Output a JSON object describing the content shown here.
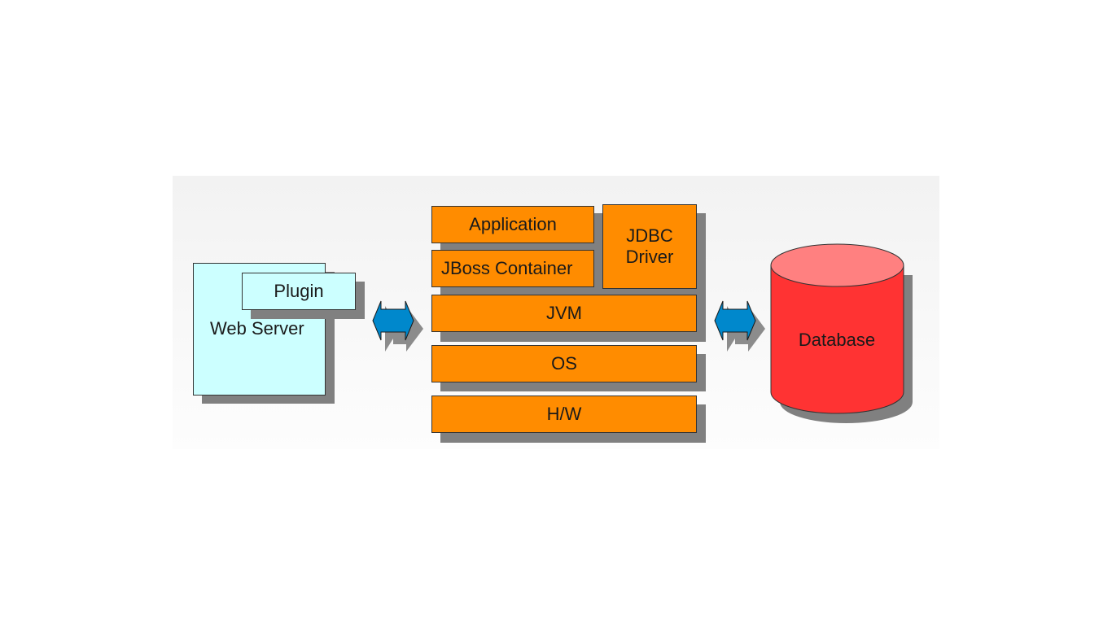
{
  "diagram": {
    "web_server": {
      "label": "Web Server"
    },
    "plugin": {
      "label": "Plugin"
    },
    "stack": {
      "application": "Application",
      "jboss_container": "JBoss Container",
      "jdbc_driver": {
        "line1": "JDBC",
        "line2": "Driver"
      },
      "jvm": "JVM",
      "os": "OS",
      "hw": "H/W"
    },
    "database": {
      "label": "Database"
    }
  },
  "colors": {
    "cyan_box": "#ccffff",
    "orange_box": "#ff8c00",
    "database_body": "#ff3333",
    "database_top": "#ff8080",
    "arrow": "#0088cc",
    "shadow": "#808080"
  }
}
